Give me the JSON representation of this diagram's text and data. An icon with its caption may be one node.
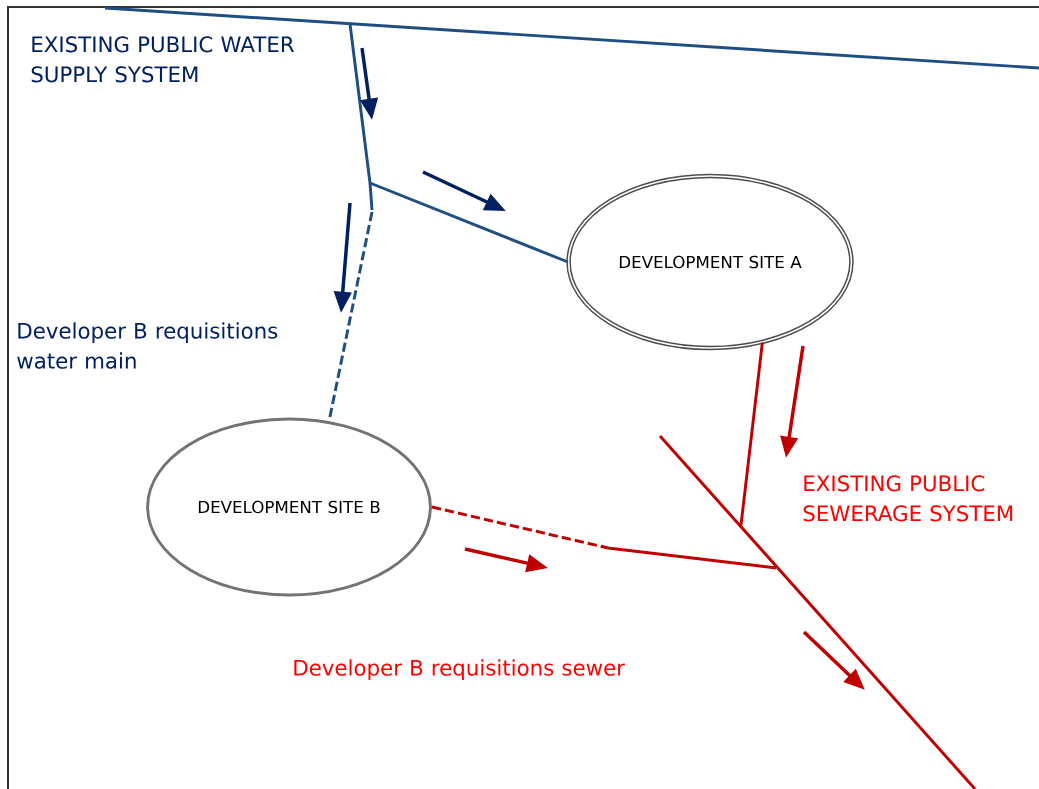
{
  "diagram": {
    "nodes": [
      {
        "text": [
          "DEVELOPMENT SITE A"
        ]
      },
      {
        "text": [
          "DEVELOPMENT SITE B"
        ]
      }
    ],
    "edges": [
      {
        "from": null,
        "to": 0,
        "arrow": "none",
        "color": "#1f4e82"
      },
      {
        "from": null,
        "to": 1,
        "arrow": "none",
        "style": "dashed",
        "color": "#1f4e82"
      },
      {
        "from": 0,
        "to": null,
        "arrow": "none",
        "color": "#c00000"
      },
      {
        "from": 1,
        "to": null,
        "arrow": "none",
        "style": "dashed",
        "color": "#c00000"
      }
    ],
    "labels": [
      "EXISTING PUBLIC WATER SUPPLY SYSTEM",
      "Developer B requisitions water main",
      "EXISTING PUBLIC SEWERAGE SYSTEM",
      "Developer B requisitions sewer"
    ]
  }
}
